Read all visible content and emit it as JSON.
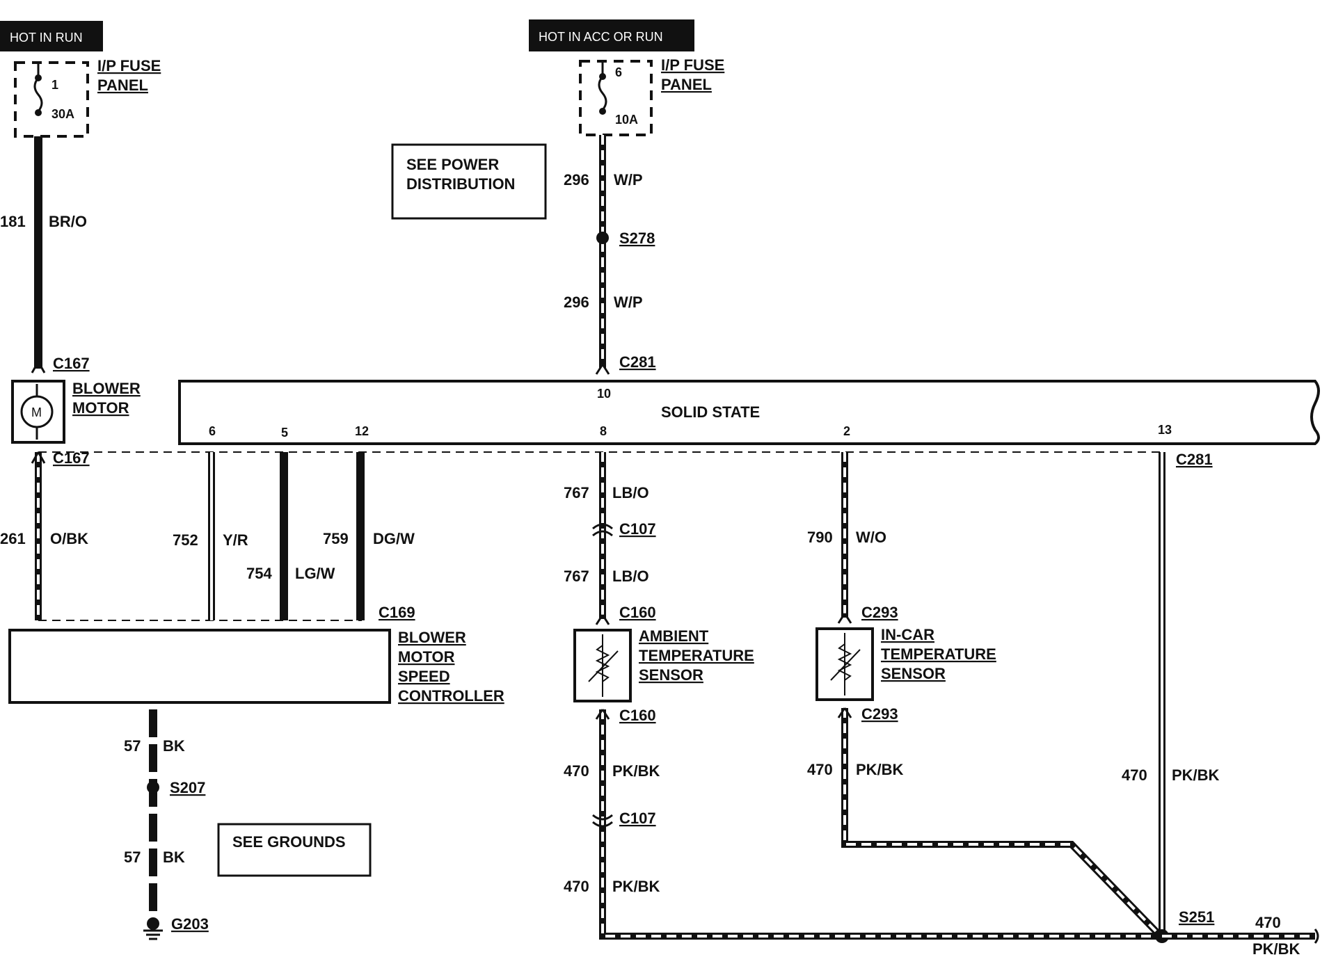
{
  "banners": {
    "hot_in_run": "HOT IN RUN",
    "hot_in_acc": "HOT IN ACC OR RUN"
  },
  "fuse1": {
    "panel_line1": "I/P FUSE",
    "panel_line2": "PANEL",
    "number": "1",
    "rating": "30A"
  },
  "fuse2": {
    "panel_line1": "I/P FUSE",
    "panel_line2": "PANEL",
    "number": "6",
    "rating": "10A"
  },
  "notes": {
    "power_line1": "SEE POWER",
    "power_line2": "DISTRIBUTION",
    "grounds": "SEE GROUNDS"
  },
  "module": {
    "label": "SOLID STATE",
    "pins": {
      "p10": "10",
      "p6": "6",
      "p5": "5",
      "p12": "12",
      "p8": "8",
      "p2": "2",
      "p13": "13"
    }
  },
  "blower_motor": {
    "line1": "BLOWER",
    "line2": "MOTOR",
    "symbol": "M",
    "conn_top": "C167",
    "conn_bottom": "C167"
  },
  "speed_controller": {
    "line1": "BLOWER",
    "line2": "MOTOR",
    "line3": "SPEED",
    "line4": "CONTROLLER",
    "conn": "C169"
  },
  "ambient_sensor": {
    "line1": "AMBIENT",
    "line2": "TEMPERATURE",
    "line3": "SENSOR",
    "conn_top": "C160",
    "conn_bottom": "C160"
  },
  "incar_sensor": {
    "line1": "IN-CAR",
    "line2": "TEMPERATURE",
    "line3": "SENSOR",
    "conn_top": "C293",
    "conn_bottom": "C293"
  },
  "connectors": {
    "c281_top": "C281",
    "c281_right": "C281",
    "c107_a": "C107",
    "c107_b": "C107"
  },
  "splices": {
    "s278": "S278",
    "s207": "S207",
    "s251": "S251"
  },
  "ground": {
    "g203": "G203"
  },
  "wires": {
    "w181": {
      "circuit": "181",
      "color": "BR/O"
    },
    "w296a": {
      "circuit": "296",
      "color": "W/P"
    },
    "w296b": {
      "circuit": "296",
      "color": "W/P"
    },
    "w261": {
      "circuit": "261",
      "color": "O/BK"
    },
    "w752": {
      "circuit": "752",
      "color": "Y/R"
    },
    "w754": {
      "circuit": "754",
      "color": "LG/W"
    },
    "w759": {
      "circuit": "759",
      "color": "DG/W"
    },
    "w767a": {
      "circuit": "767",
      "color": "LB/O"
    },
    "w767b": {
      "circuit": "767",
      "color": "LB/O"
    },
    "w790": {
      "circuit": "790",
      "color": "W/O"
    },
    "w57a": {
      "circuit": "57",
      "color": "BK"
    },
    "w57b": {
      "circuit": "57",
      "color": "BK"
    },
    "w470a": {
      "circuit": "470",
      "color": "PK/BK"
    },
    "w470b": {
      "circuit": "470",
      "color": "PK/BK"
    },
    "w470c": {
      "circuit": "470",
      "color": "PK/BK"
    },
    "w470d": {
      "circuit": "470",
      "color": "PK/BK"
    },
    "w470e": {
      "circuit": "470",
      "color": "PK/BK"
    }
  }
}
